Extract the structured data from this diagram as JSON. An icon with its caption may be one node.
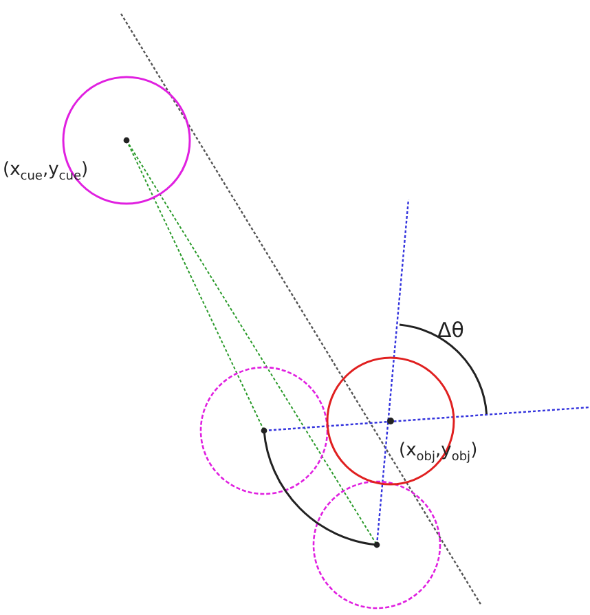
{
  "diagram": {
    "labels": [
      "(x$_{cue}$,y$_{cue}$)",
      "Δθ",
      "(x$_{obj}$,y$_{obj}$)"
    ]
  }
}
